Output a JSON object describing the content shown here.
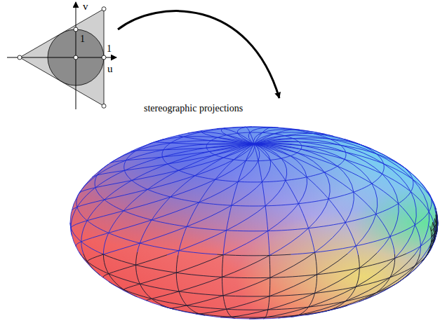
{
  "diagram": {
    "labels": [
      "v",
      "1",
      "1",
      "u",
      "stereographic projections"
    ]
  }
}
